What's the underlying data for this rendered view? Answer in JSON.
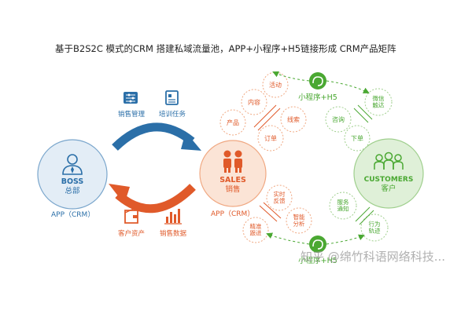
{
  "title": "基于B2S2C 模式的CRM 搭建私域流量池，APP+小程序+H5链接形成 CRM产品矩阵",
  "colors": {
    "blue": "#2b6fa8",
    "orange": "#e05a2a",
    "green": "#4aa832",
    "peach_circle": "#fbe4d6",
    "green_circle": "#dff0d8",
    "blue_circle": "#e3edf6"
  },
  "boss": {
    "en": "BOSS",
    "zh": "总部",
    "app": "APP（CRM）",
    "icon": "person-tie-icon"
  },
  "sales": {
    "en": "SALES",
    "zh": "销售",
    "app": "APP（CRM）",
    "icon": "two-salespeople-icon"
  },
  "customers": {
    "en": "CUSTOMERS",
    "zh": "客户",
    "icon": "three-people-icon"
  },
  "top_labels": [
    {
      "text": "销售管理",
      "icon": "sliders-panel-icon"
    },
    {
      "text": "培训任务",
      "icon": "document-icon"
    }
  ],
  "bottom_labels": [
    {
      "text": "客户资产",
      "icon": "wallet-icon"
    },
    {
      "text": "销售数据",
      "icon": "bar-chart-icon"
    }
  ],
  "miniprogram_top": {
    "text": "小程序+H5",
    "icon": "miniprogram-icon"
  },
  "miniprogram_bottom": {
    "text": "小程序+H5",
    "icon": "miniprogram-icon"
  },
  "sales_bubbles_top": [
    "活动",
    "内容",
    "产品",
    "线索",
    "订单"
  ],
  "sales_bubbles_bottom": [
    "实时\n反馈",
    "智能\n分析",
    "精准\n跟进"
  ],
  "customer_bubbles_top": [
    "微信\n触达",
    "咨询",
    "下单"
  ],
  "customer_bubbles_bottom": [
    "服务\n通知",
    "行为\n轨迹"
  ],
  "watermark": "知乎 @绵竹科语网络科技..."
}
